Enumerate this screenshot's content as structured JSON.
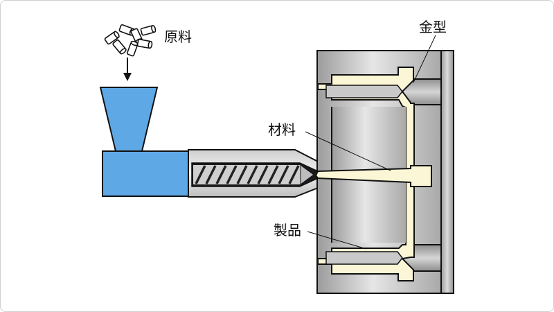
{
  "labels": {
    "raw_material": "原料",
    "mold": "金型",
    "material": "材料",
    "product": "製品"
  },
  "colors": {
    "hopper_blue": "#5fa8e6",
    "mold_gray": "#b9b9b9",
    "cavity_cream": "#fbf6d6",
    "outline": "#111111"
  }
}
